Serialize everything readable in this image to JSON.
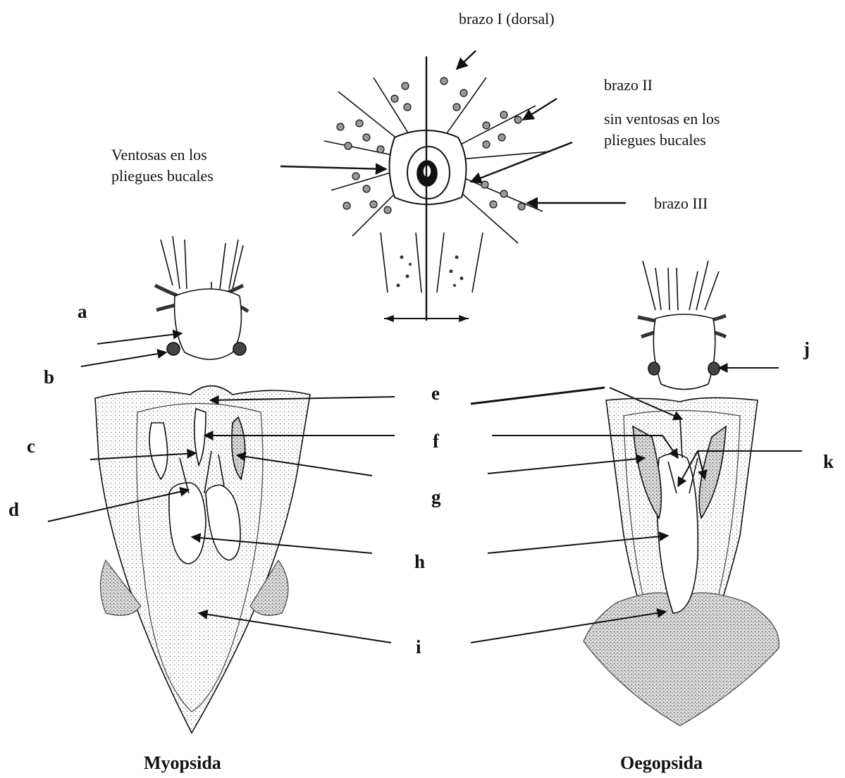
{
  "top_diagram": {
    "arm_dorsal": "brazo I (dorsal)",
    "arm_2": "brazo II",
    "no_suckers": "sin ventosas en los pliegues bucales",
    "suckers": "Ventosas en los pliegues bucales",
    "arm_3": "brazo III"
  },
  "letters": {
    "a": "a",
    "b": "b",
    "c": "c",
    "d": "d",
    "e": "e",
    "f": "f",
    "g": "g",
    "h": "h",
    "i": "i",
    "j": "j",
    "k": "k"
  },
  "captions": {
    "left": "Myopsida",
    "right": "Oegopsida"
  }
}
